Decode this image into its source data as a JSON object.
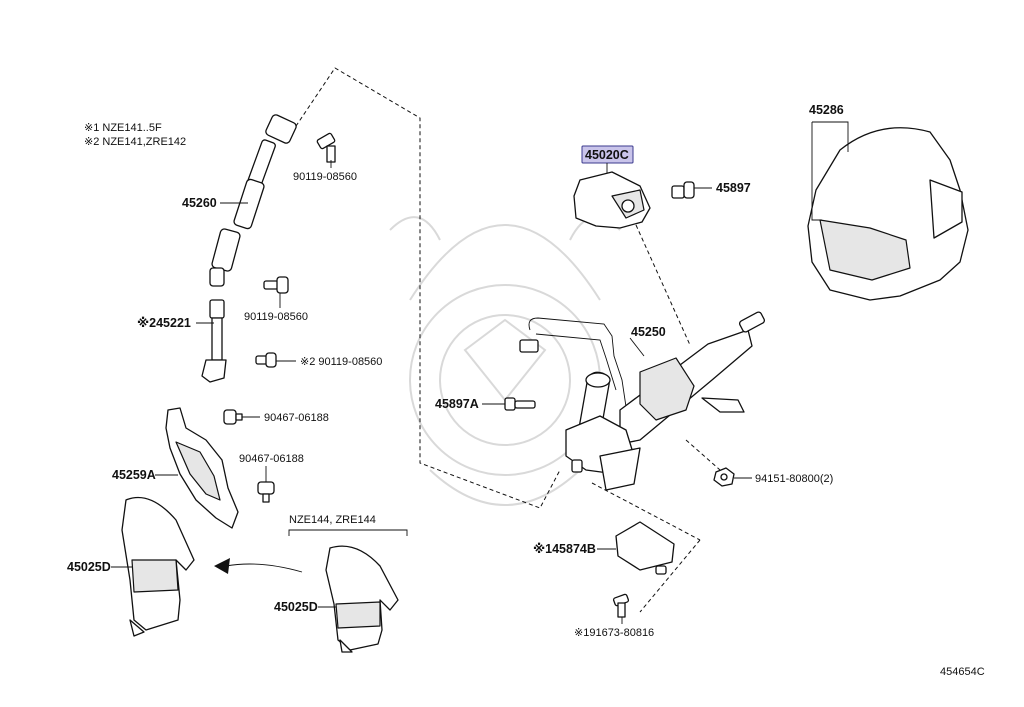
{
  "notes": {
    "note1": "※1 NZE141..5F",
    "note2": "※2 NZE141,ZRE142"
  },
  "labels": {
    "p45260": "45260",
    "p90119_a": "90119-08560",
    "p90119_b": "90119-08560",
    "p45221": "※245221",
    "p90119_c": "※2 90119-08560",
    "p90467_a": "90467-06188",
    "p90467_b": "90467-06188",
    "p45259a": "45259A",
    "p45025d_a": "45025D",
    "p45025d_b": "45025D",
    "variant": "NZE144, ZRE144",
    "p45020c": "45020C",
    "p45897": "45897",
    "p45286": "45286",
    "p45250": "45250",
    "p45897a": "45897A",
    "p94151": "94151-80800(2)",
    "p45874b": "※145874B",
    "p91673": "※191673-80816"
  },
  "highlighted_part": "45020C",
  "highlight_color": "#c9c4ea",
  "diagram_code": "454654C"
}
